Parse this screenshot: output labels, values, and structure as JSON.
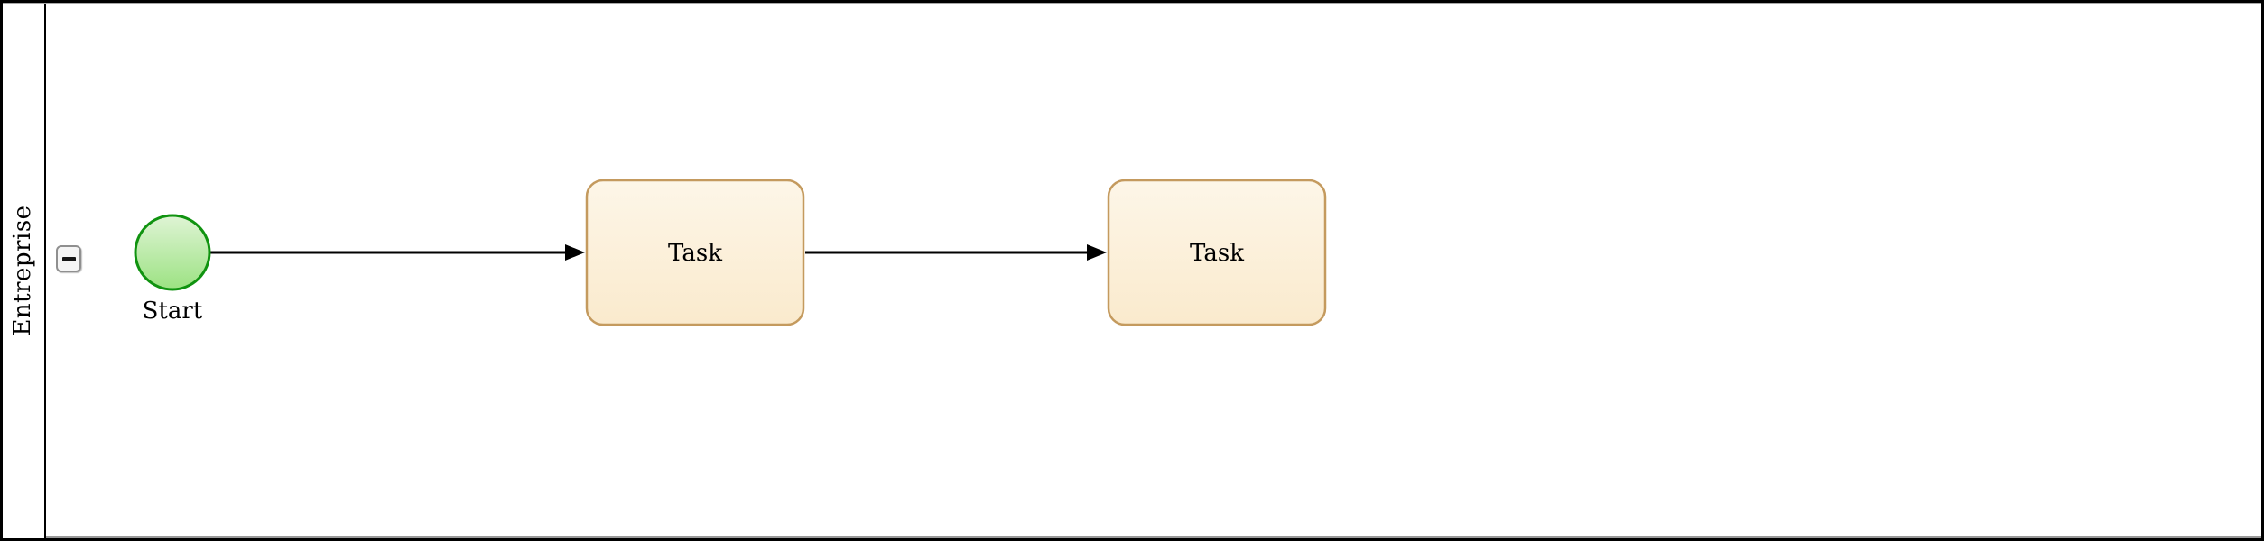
{
  "pool": {
    "label": "Entreprise",
    "collapse_button": {
      "icon": "minus",
      "glyph": "−",
      "state": "expanded"
    }
  },
  "nodes": {
    "start_event": {
      "type": "start-event",
      "label": "Start"
    },
    "task1": {
      "type": "task",
      "label": "Task"
    },
    "task2": {
      "type": "task",
      "label": "Task"
    }
  },
  "connectors": [
    {
      "from": "start_event",
      "to": "task1",
      "type": "sequence-flow"
    },
    {
      "from": "task1",
      "to": "task2",
      "type": "sequence-flow"
    }
  ],
  "colors": {
    "pool-border": "#000000",
    "lane-separator": "#000000",
    "button-border": "#8f8f8f",
    "button-bg": "#f5f5f5",
    "event-stroke": "#109310",
    "event-fill-top": "#dff4d5",
    "event-fill-bottom": "#9ce282",
    "task-stroke": "#c49a5e",
    "task-fill-top": "#fdf6e8",
    "task-fill-bottom": "#faeacd",
    "connector": "#000000"
  }
}
